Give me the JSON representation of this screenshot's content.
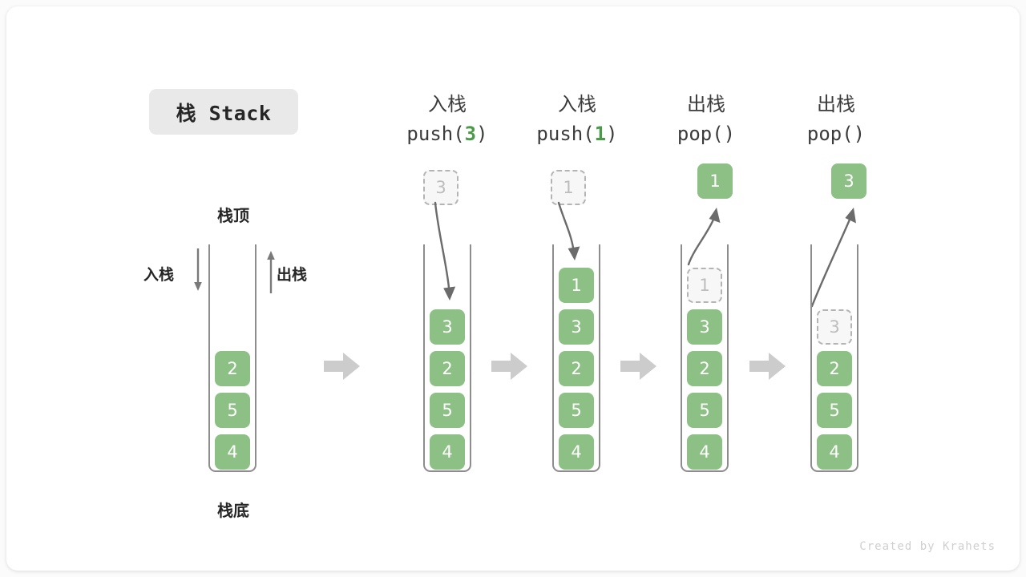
{
  "title": {
    "label": "栈 Stack"
  },
  "colors": {
    "cell_green": "#8cc084",
    "accent_green": "#4a9a48",
    "tube_gray": "#8d8d8d",
    "ghost_border": "#b4b4b4",
    "arrow_gray": "#bdbdbd",
    "curve_gray": "#6b6b6b",
    "badge_bg": "#e9e9e9",
    "canvas_bg": "#ffffff"
  },
  "labels": {
    "stack_top": "栈顶",
    "stack_bottom": "栈底",
    "push_side": "入栈",
    "pop_side": "出栈"
  },
  "steps": [
    {
      "id": "initial",
      "head_cn": "",
      "head_code": "",
      "head_arg": "",
      "cells": [
        "4",
        "5",
        "2"
      ],
      "ghost_in_stack": null,
      "floating": null,
      "arrow": "none"
    },
    {
      "id": "push-3",
      "head_cn": "入栈",
      "head_code_prefix": "push(",
      "head_arg": "3",
      "head_code_suffix": ")",
      "cells": [
        "4",
        "5",
        "2",
        "3"
      ],
      "ghost_above": "3",
      "floating": null,
      "arrow": "down"
    },
    {
      "id": "push-1",
      "head_cn": "入栈",
      "head_code_prefix": "push(",
      "head_arg": "1",
      "head_code_suffix": ")",
      "cells": [
        "4",
        "5",
        "2",
        "3",
        "1"
      ],
      "ghost_above": "1",
      "floating": null,
      "arrow": "down"
    },
    {
      "id": "pop-1",
      "head_cn": "出栈",
      "head_code_prefix": "pop(",
      "head_arg": "",
      "head_code_suffix": ")",
      "cells": [
        "4",
        "5",
        "2",
        "3"
      ],
      "ghost_in_stack": "1",
      "floating": "1",
      "arrow": "up"
    },
    {
      "id": "pop-3",
      "head_cn": "出栈",
      "head_code_prefix": "pop(",
      "head_arg": "",
      "head_code_suffix": ")",
      "cells": [
        "4",
        "5",
        "2"
      ],
      "ghost_in_stack": "3",
      "floating": "3",
      "arrow": "up"
    }
  ],
  "separators": [
    "separator-1",
    "separator-2",
    "separator-3",
    "separator-4"
  ],
  "footer": {
    "credit": "Created by Krahets"
  }
}
